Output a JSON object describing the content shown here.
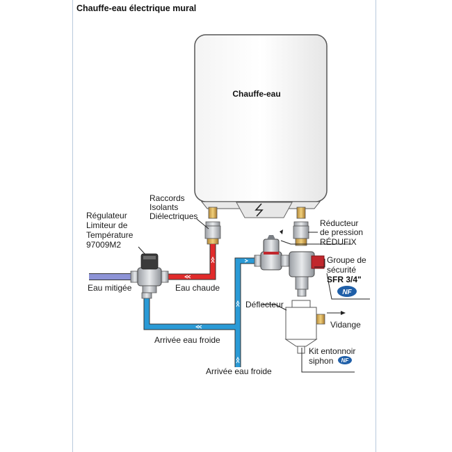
{
  "title": "Chauffe-eau électrique mural",
  "heater_label": "Chauffe-eau",
  "labels": {
    "raccords": [
      "Raccords",
      "Isolants",
      "Diélectriques"
    ],
    "regulateur": [
      "Régulateur",
      "Limiteur de",
      "Température",
      "97009M2"
    ],
    "reducteur": [
      "Réducteur",
      "de pression",
      "RÉDUFIX"
    ],
    "groupe": [
      "Groupe de",
      "sécurité",
      "SFR 3/4\""
    ],
    "eau_mitigee": "Eau mitigée",
    "eau_chaude": "Eau chaude",
    "deflecteur": "Déflecteur",
    "vidange": "Vidange",
    "arrivee_1": "Arrivée eau froide",
    "arrivee_2": "Arrivée eau froide",
    "kit": [
      "Kit entonnoir",
      "siphon"
    ],
    "nf": "NF"
  },
  "colors": {
    "cold_pipe": "#2a9ad6",
    "hot_pipe": "#e12b2b",
    "mixed_pipe": "#8d93d6",
    "brass": "#c9ccd0",
    "red_part": "#c1272d",
    "nf_badge": "#1f5fa8"
  }
}
